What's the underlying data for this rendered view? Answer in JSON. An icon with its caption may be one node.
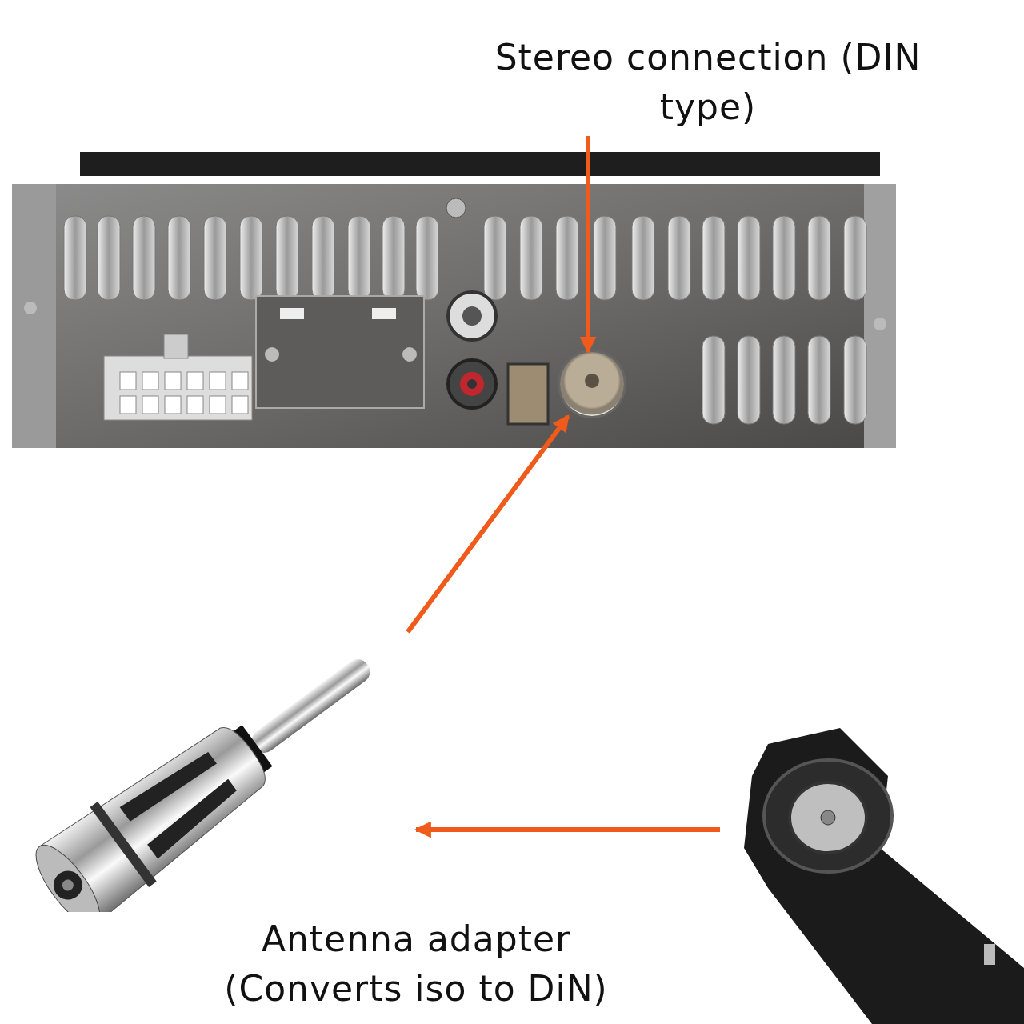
{
  "diagram": {
    "nodes": [
      {
        "text": [
          "Stereo connection (DIN type)"
        ]
      },
      {
        "text": [],
        "shape": "picture"
      },
      {
        "text": [],
        "shape": "circle",
        "in": 1
      },
      {
        "text": [],
        "shape": "picture",
        "beside": [
          "Antenna adapter (Converts iso to DiN)"
        ]
      },
      {
        "text": [],
        "shape": "picture"
      }
    ],
    "edges": [
      {
        "from": 0,
        "to": 2,
        "arrow": "to"
      },
      {
        "from": 3,
        "to": 2,
        "arrow": "to"
      },
      {
        "from": 4,
        "to": 3,
        "arrow": "to"
      }
    ]
  }
}
